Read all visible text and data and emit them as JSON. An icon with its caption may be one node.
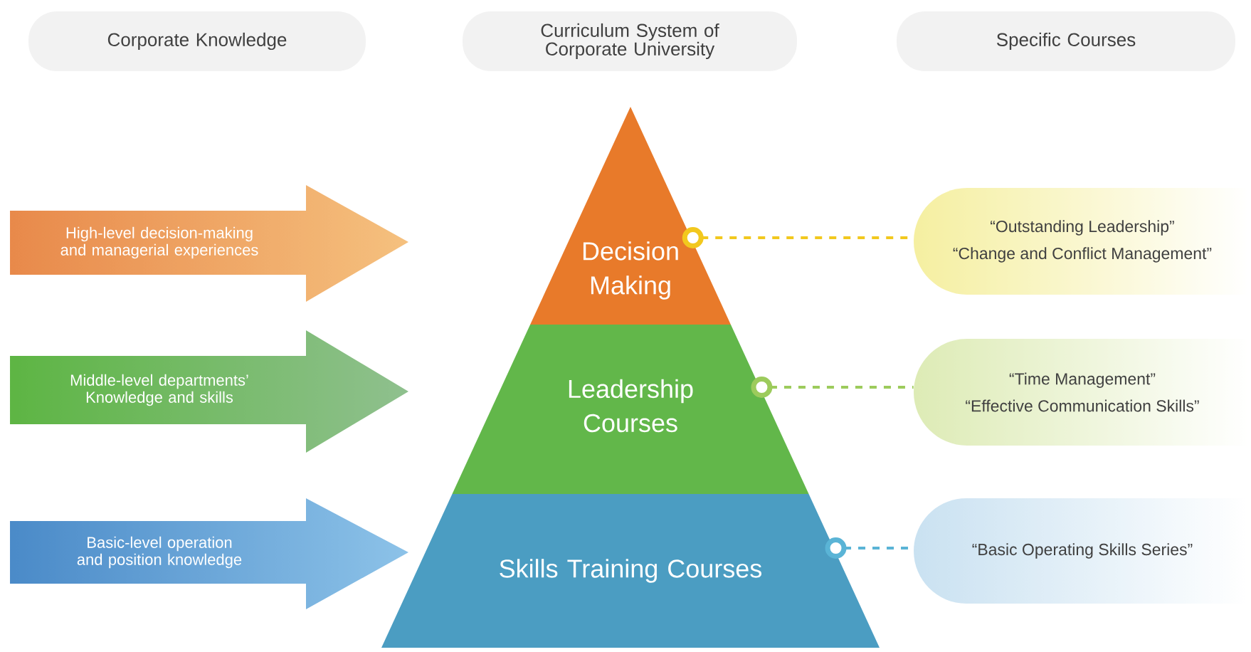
{
  "diagram": {
    "nodes": [
      {
        "text": [
          "Corporate Knowledge"
        ]
      },
      {
        "text": [
          "Curriculum System of Corporate University"
        ]
      },
      {
        "text": [
          "Specific Courses"
        ]
      },
      {
        "text": [
          "High-level decision-making and managerial experiences"
        ]
      },
      {
        "text": [
          "Middle-level departments’ Knowledge and skills"
        ]
      },
      {
        "text": [
          "Basic-level operation and position knowledge"
        ]
      },
      {
        "text": [
          "Decision Making"
        ]
      },
      {
        "text": [
          "Leadership Courses"
        ]
      },
      {
        "text": [
          "Skills Training Courses"
        ]
      },
      {
        "text": [
          "“Outstanding Leadership”",
          "“Change and Conflict Management”"
        ]
      },
      {
        "text": [
          "“Time Management”",
          "“Effective Communication Skills”"
        ]
      },
      {
        "text": [
          "“Basic Operating Skills Series”"
        ]
      }
    ],
    "edges": [
      {
        "from": 6,
        "to": 9,
        "arrow": "other",
        "style": "dashed",
        "color": "#f2c81e"
      },
      {
        "from": 7,
        "to": 10,
        "arrow": "other",
        "style": "dashed",
        "color": "#9ccb5c"
      },
      {
        "from": 8,
        "to": 11,
        "arrow": "other",
        "style": "dashed",
        "color": "#5ab4d6"
      }
    ]
  }
}
